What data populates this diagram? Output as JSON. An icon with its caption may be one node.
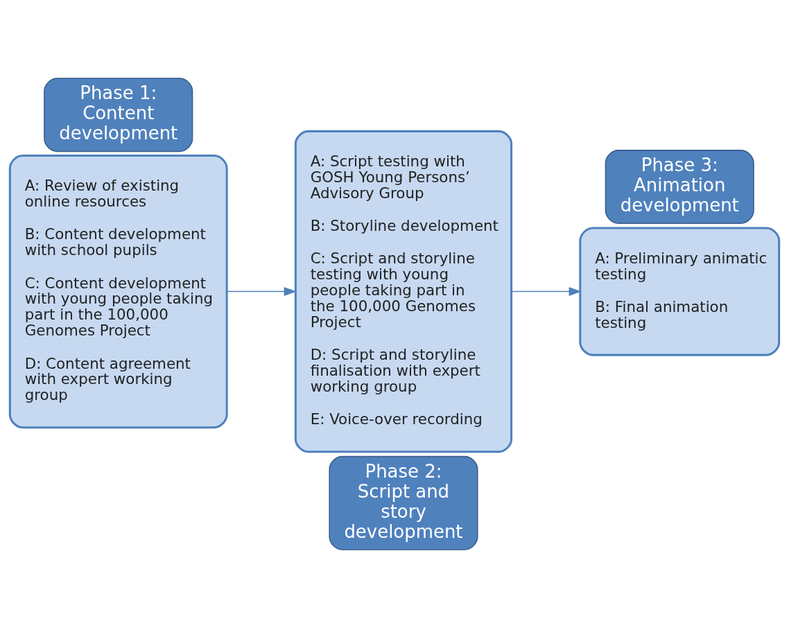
{
  "diagram": {
    "nodes": [
      {
        "text": [
          "Phase 1: Content development"
        ]
      },
      {
        "text": [
          "A: Review of existing online resources",
          "B: Content development with school pupils",
          "C: Content development with young people taking part in the 100,000 Genomes Project",
          "D: Content agreement with expert working group"
        ]
      },
      {
        "text": [
          "A: Script testing with GOSH Young Persons’ Advisory Group",
          "B: Storyline development",
          "C: Script and storyline testing with young people taking part in the 100,000 Genomes Project",
          "D: Script and storyline finalisation with expert working group",
          "E: Voice-over recording"
        ]
      },
      {
        "text": [
          "Phase 2: Script and story development"
        ]
      },
      {
        "text": [
          "Phase 3: Animation development"
        ]
      },
      {
        "text": [
          "A: Preliminary animatic testing",
          "B: Final animation testing"
        ]
      }
    ],
    "edges": [
      {
        "from": 1,
        "to": 2,
        "arrow": "to"
      },
      {
        "from": 2,
        "to": 5,
        "arrow": "to"
      }
    ]
  }
}
